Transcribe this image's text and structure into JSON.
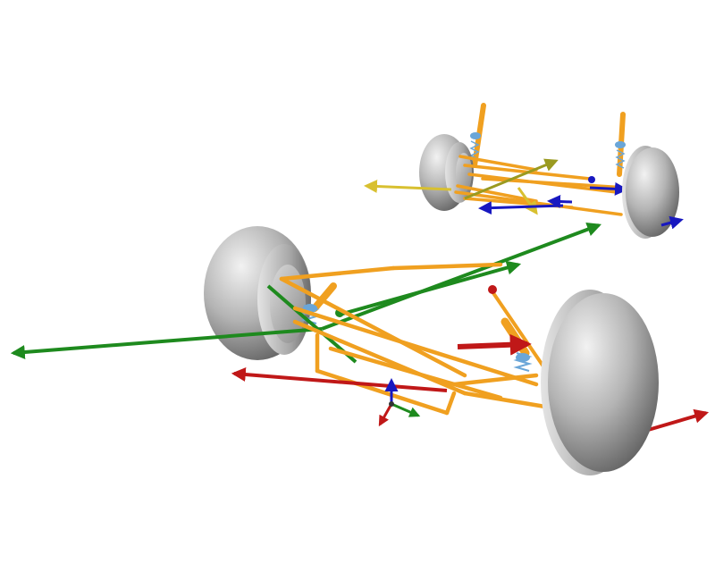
{
  "viewport": {
    "background": "#ffffff",
    "render_style": "3d-shaded"
  },
  "colors": {
    "tire": "#9a9a9a",
    "link_orange": "#f0a020",
    "link_orange_dark": "#d08010",
    "force_green": "#1e8a1e",
    "force_red": "#c01818",
    "force_yellow": "#d8c030",
    "force_olive": "#9a9a20",
    "axis_blue": "#1818c0",
    "spring": "#6aa6d8"
  },
  "scene": {
    "wheels": [
      "front-left",
      "front-right",
      "rear-left",
      "rear-right"
    ],
    "force_vectors": [
      "green",
      "red",
      "yellow",
      "blue"
    ],
    "suspension_parts": [
      "struts",
      "springs",
      "control-arms",
      "tie-rods"
    ]
  }
}
